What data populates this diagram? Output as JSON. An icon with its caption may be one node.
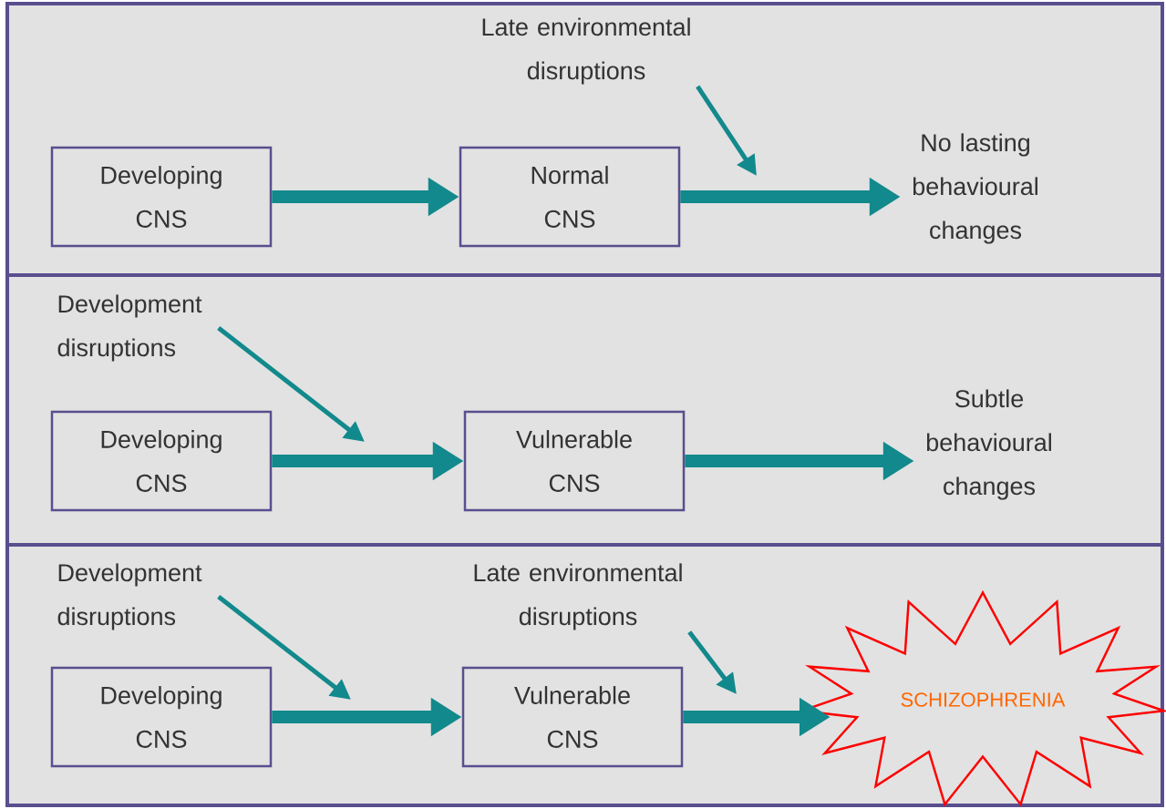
{
  "diagram": {
    "nodes": [
      {
        "text": [
          "Late environmental disruptions"
        ]
      },
      {
        "text": [
          "Developing CNS"
        ]
      },
      {
        "text": [
          "Normal CNS"
        ]
      },
      {
        "text": [
          "No lasting behavioural changes"
        ]
      },
      {
        "text": [
          "Development disruptions"
        ]
      },
      {
        "text": [
          "Developing CNS"
        ]
      },
      {
        "text": [
          "Vulnerable CNS"
        ]
      },
      {
        "text": [
          "Subtle behavioural changes"
        ]
      },
      {
        "text": [
          "Development disruptions"
        ]
      },
      {
        "text": [
          "Late environmental disruptions"
        ]
      },
      {
        "text": [
          "Developing CNS"
        ]
      },
      {
        "text": [
          "Vulnerable CNS"
        ]
      },
      {
        "text": [
          "SCHIZOPHRENIA"
        ]
      }
    ],
    "edges": [
      {
        "from": 0,
        "to": null,
        "arrow": "to"
      },
      {
        "from": 1,
        "to": 2,
        "arrow": "to"
      },
      {
        "from": 2,
        "to": 3,
        "arrow": "to"
      },
      {
        "from": 4,
        "to": null,
        "arrow": "to"
      },
      {
        "from": 5,
        "to": 6,
        "arrow": "to"
      },
      {
        "from": 6,
        "to": 7,
        "arrow": "to"
      },
      {
        "from": 8,
        "to": null,
        "arrow": "to"
      },
      {
        "from": 9,
        "to": null,
        "arrow": "to"
      },
      {
        "from": 10,
        "to": 11,
        "arrow": "to"
      },
      {
        "from": 11,
        "to": 12,
        "arrow": "to"
      }
    ]
  }
}
